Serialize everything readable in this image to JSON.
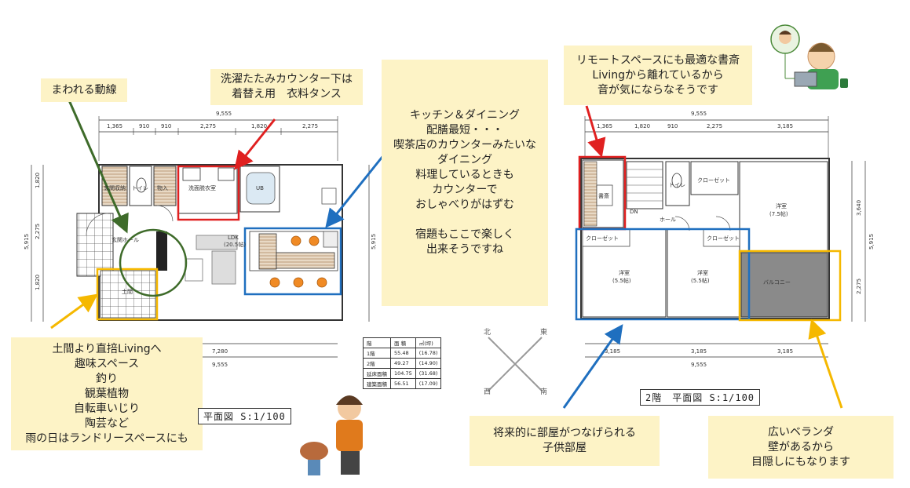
{
  "notes": {
    "circulation": [
      "まわれる動線"
    ],
    "laundry": [
      "洗濯たたみカウンター下は",
      "着替え用　衣料タンス"
    ],
    "kitchen": [
      "キッチン＆ダイニング",
      "配膳最短・・・",
      "喫茶店のカウンターみたいな",
      "ダイニング",
      "料理しているときも",
      "カウンターで",
      "おしゃべりがはずむ",
      "",
      "宿題もここで楽しく",
      "出来そうですね"
    ],
    "study": [
      "リモートスペースにも最適な書斎",
      "Livingから離れているから",
      "音が気にならなそうです"
    ],
    "doma": [
      "土間より直掊Livingへ",
      "趣味スペース",
      "釣り",
      "観葉植物",
      "自転車いじり",
      "陶芸など",
      "雨の日はランドリースペースにも"
    ],
    "kids": [
      "将来的に部屋がつなげられる",
      "子供部屋"
    ],
    "veranda": [
      "広いベランダ",
      "壁があるから",
      "目隠しにもなります"
    ]
  },
  "floor1": {
    "caption": "平面図 S:1/100",
    "total_width": "9,555",
    "top_dims": [
      "1,365",
      "910",
      "910",
      "2,275",
      "1,820",
      "2,275"
    ],
    "bottom_dims": [
      "7,280",
      "9,555"
    ],
    "left_dims": [
      "1,820",
      "2,275",
      "1,820"
    ],
    "right_dim": "5,915",
    "left_total": "5,915",
    "rooms": {
      "storage": "玄関収納",
      "toilet": "トイレ",
      "closet": "物入",
      "washroom": "洗面脱衣室",
      "bath": "UB",
      "hall": "玄関ホール",
      "ldk": "LDK",
      "ldk_size": "(20.5帖)",
      "doma": "土間"
    }
  },
  "floor2": {
    "caption": "2階　平面図 S:1/100",
    "total_width": "9,555",
    "top_dims": [
      "1,365",
      "1,820",
      "910",
      "2,275",
      "3,185"
    ],
    "bottom_dims": [
      "3,185",
      "3,185",
      "3,185",
      "9,555"
    ],
    "right_dims": [
      "3,640",
      "2,275"
    ],
    "right_total": "5,915",
    "rooms": {
      "study": "書斎",
      "toilet": "トイレ",
      "closet_a": "クローゼット",
      "closet_b": "クローゼット",
      "closet_c": "クローゼット",
      "bedroom": "洋室",
      "bedroom_size": "(7.5帖)",
      "room1": "洋室",
      "room1_size": "(5.5帖)",
      "room2": "洋室",
      "room2_size": "(5.5帖)",
      "hall": "ホール",
      "balcony": "バルコニー",
      "dn": "DN"
    }
  },
  "area_table": {
    "header": [
      "階",
      "面 積",
      "㎡(坪)"
    ],
    "rows": [
      [
        "1階",
        "55.48",
        "(16.78)"
      ],
      [
        "2階",
        "49.27",
        "(14.90)"
      ],
      [
        "延床面積",
        "104.75",
        "(31.68)"
      ],
      [
        "建築面積",
        "56.51",
        "(17.09)"
      ]
    ]
  },
  "compass": {
    "n": "北",
    "e": "東",
    "w": "西",
    "s": "南"
  },
  "colors": {
    "note_bg": "#fdf3c6",
    "red": "#e02020",
    "blue": "#1f6fbf",
    "yellow": "#f5b800",
    "green": "#3e6b2a"
  }
}
